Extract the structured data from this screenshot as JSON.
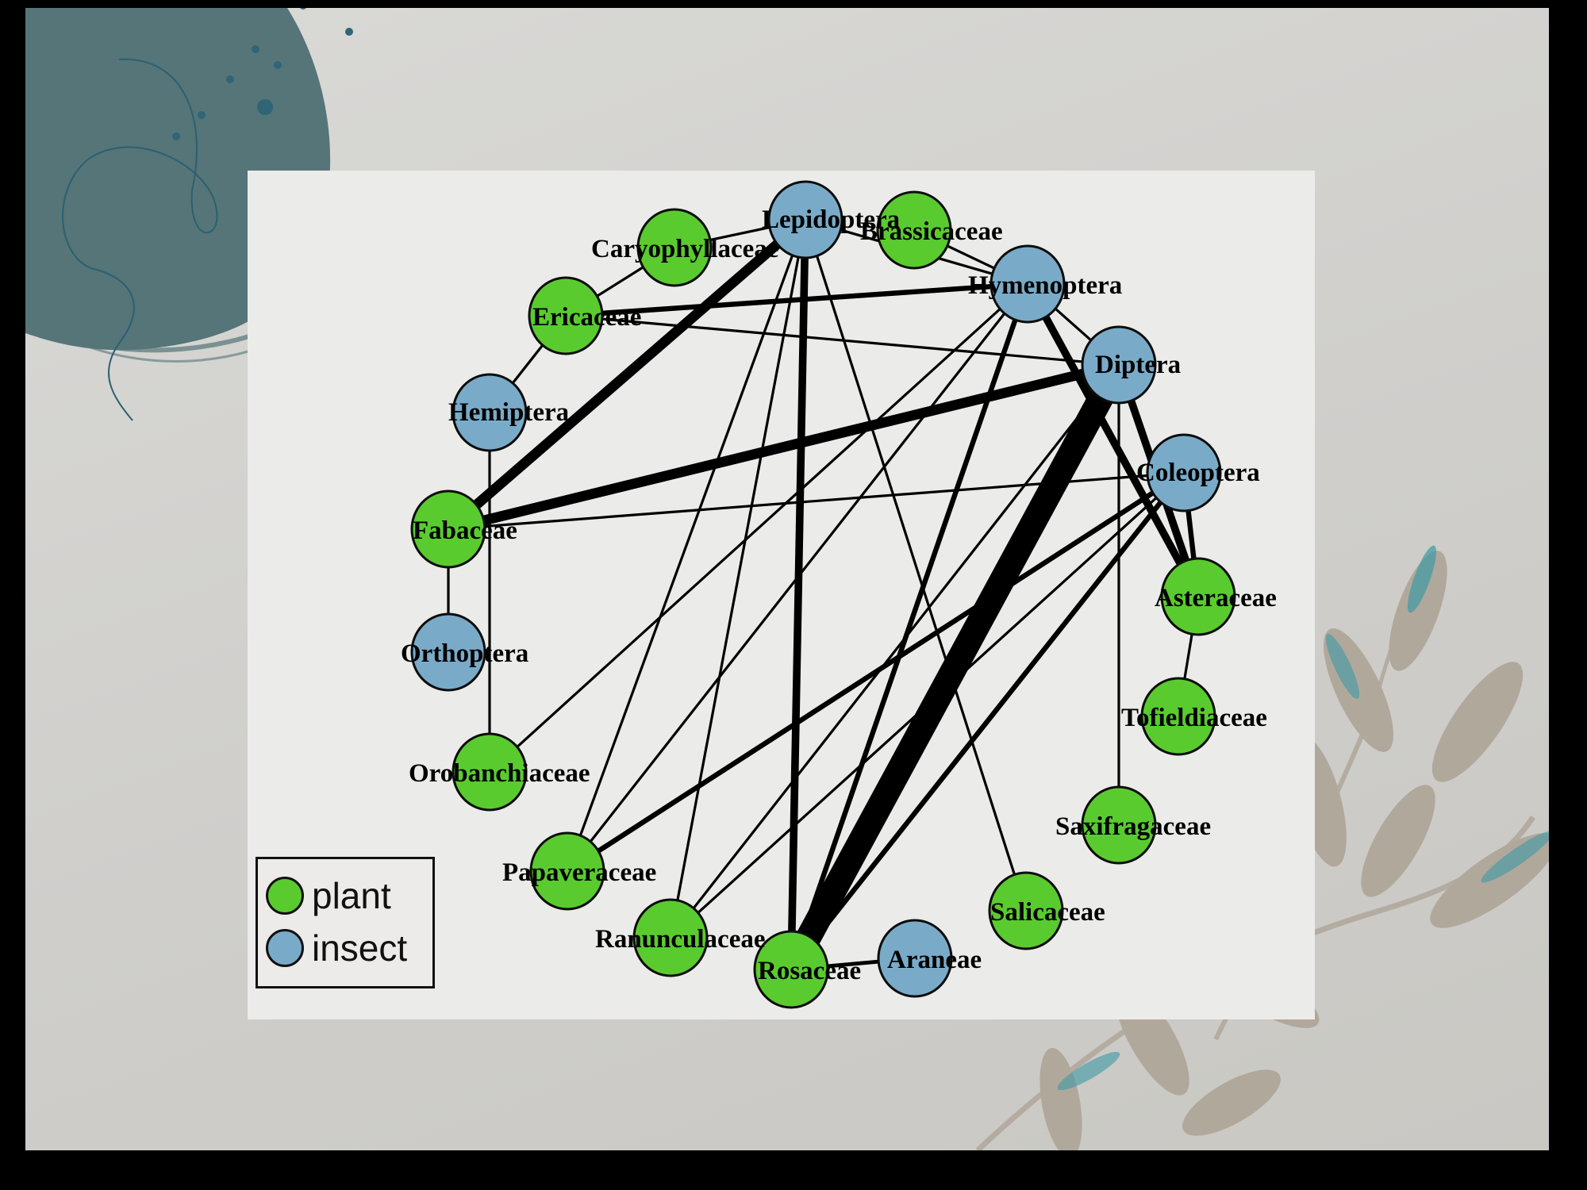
{
  "slide": {
    "accent_teal": "#4f7276",
    "accent_leaf": "#b1a89c"
  },
  "legend": {
    "items": [
      {
        "label": "plant",
        "color": "#5acb2f"
      },
      {
        "label": "insect",
        "color": "#79abc9"
      }
    ]
  },
  "chart_data": {
    "type": "network",
    "title": "",
    "layout": "circular",
    "node_types": {
      "plant": "#5acb2f",
      "insect": "#79abc9"
    },
    "nodes": [
      {
        "id": "Lepidoptera",
        "type": "insect"
      },
      {
        "id": "Brassicaceae",
        "type": "plant"
      },
      {
        "id": "Hymenoptera",
        "type": "insect"
      },
      {
        "id": "Diptera",
        "type": "insect"
      },
      {
        "id": "Coleoptera",
        "type": "insect"
      },
      {
        "id": "Asteraceae",
        "type": "plant"
      },
      {
        "id": "Tofieldiaceae",
        "type": "plant"
      },
      {
        "id": "Saxifragaceae",
        "type": "plant"
      },
      {
        "id": "Salicaceae",
        "type": "plant"
      },
      {
        "id": "Araneae",
        "type": "insect"
      },
      {
        "id": "Rosaceae",
        "type": "plant"
      },
      {
        "id": "Ranunculaceae",
        "type": "plant"
      },
      {
        "id": "Papaveraceae",
        "type": "plant"
      },
      {
        "id": "Orobanchiaceae",
        "type": "plant"
      },
      {
        "id": "Orthoptera",
        "type": "insect"
      },
      {
        "id": "Fabaceae",
        "type": "plant"
      },
      {
        "id": "Hemiptera",
        "type": "insect"
      },
      {
        "id": "Ericaceae",
        "type": "plant"
      },
      {
        "id": "Caryophyllaceae",
        "type": "plant"
      }
    ],
    "edges": [
      {
        "source": "Diptera",
        "target": "Rosaceae",
        "weight": 10
      },
      {
        "source": "Lepidoptera",
        "target": "Fabaceae",
        "weight": 4
      },
      {
        "source": "Diptera",
        "target": "Fabaceae",
        "weight": 4
      },
      {
        "source": "Lepidoptera",
        "target": "Rosaceae",
        "weight": 3
      },
      {
        "source": "Diptera",
        "target": "Asteraceae",
        "weight": 3
      },
      {
        "source": "Hymenoptera",
        "target": "Asteraceae",
        "weight": 3
      },
      {
        "source": "Hymenoptera",
        "target": "Ericaceae",
        "weight": 2
      },
      {
        "source": "Hymenoptera",
        "target": "Rosaceae",
        "weight": 2
      },
      {
        "source": "Coleoptera",
        "target": "Rosaceae",
        "weight": 2
      },
      {
        "source": "Coleoptera",
        "target": "Papaveraceae",
        "weight": 2
      },
      {
        "source": "Coleoptera",
        "target": "Asteraceae",
        "weight": 2
      },
      {
        "source": "Rosaceae",
        "target": "Araneae",
        "weight": 1.5
      },
      {
        "source": "Lepidoptera",
        "target": "Caryophyllaceae",
        "weight": 1
      },
      {
        "source": "Lepidoptera",
        "target": "Hymenoptera",
        "weight": 1
      },
      {
        "source": "Lepidoptera",
        "target": "Ranunculaceae",
        "weight": 1
      },
      {
        "source": "Lepidoptera",
        "target": "Papaveraceae",
        "weight": 1
      },
      {
        "source": "Lepidoptera",
        "target": "Salicaceae",
        "weight": 1
      },
      {
        "source": "Brassicaceae",
        "target": "Hymenoptera",
        "weight": 1
      },
      {
        "source": "Caryophyllaceae",
        "target": "Ericaceae",
        "weight": 1
      },
      {
        "source": "Ericaceae",
        "target": "Hemiptera",
        "weight": 1
      },
      {
        "source": "Ericaceae",
        "target": "Diptera",
        "weight": 1
      },
      {
        "source": "Hymenoptera",
        "target": "Diptera",
        "weight": 1
      },
      {
        "source": "Hymenoptera",
        "target": "Orobanchiaceae",
        "weight": 1
      },
      {
        "source": "Hymenoptera",
        "target": "Papaveraceae",
        "weight": 1
      },
      {
        "source": "Hemiptera",
        "target": "Orobanchiaceae",
        "weight": 1
      },
      {
        "source": "Fabaceae",
        "target": "Orthoptera",
        "weight": 1
      },
      {
        "source": "Fabaceae",
        "target": "Coleoptera",
        "weight": 1
      },
      {
        "source": "Diptera",
        "target": "Saxifragaceae",
        "weight": 1
      },
      {
        "source": "Diptera",
        "target": "Ranunculaceae",
        "weight": 1
      },
      {
        "source": "Coleoptera",
        "target": "Ranunculaceae",
        "weight": 1
      },
      {
        "source": "Asteraceae",
        "target": "Tofieldiaceae",
        "weight": 1
      }
    ],
    "legend": {
      "entries": [
        "plant",
        "insect"
      ],
      "placement": "bottom-left"
    }
  }
}
